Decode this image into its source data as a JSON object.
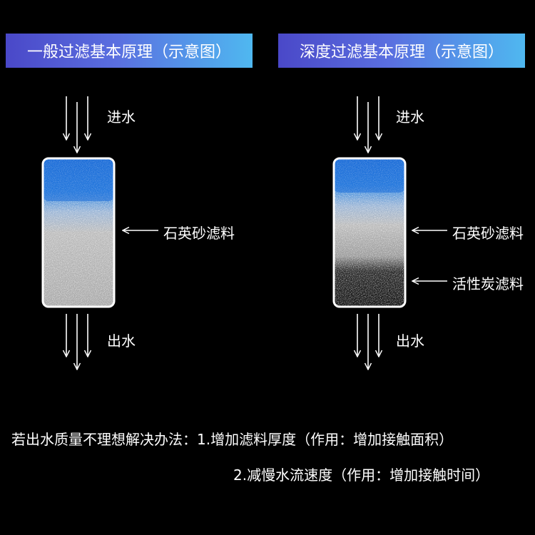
{
  "left_panel": {
    "title": "一般过滤基本原理（示意图）",
    "inlet_label": "进水",
    "outlet_label": "出水",
    "media": [
      "石英砂滤料"
    ]
  },
  "right_panel": {
    "title": "深度过滤基本原理（示意图）",
    "inlet_label": "进水",
    "outlet_label": "出水",
    "media": [
      "石英砂滤料",
      "活性炭滤料"
    ]
  },
  "footer": {
    "line1": "若出水质量不理想解决办法：1.增加滤料厚度（作用：增加接触面积）",
    "line2": "2.减慢水流速度（作用：增加接触时间）"
  },
  "colors": {
    "background": "#000000",
    "banner_start": "#4a48c8",
    "banner_end": "#4fb8f0",
    "water": "#1f6fd8",
    "sand": "#c8c8c8",
    "carbon": "#1a1a1a"
  }
}
